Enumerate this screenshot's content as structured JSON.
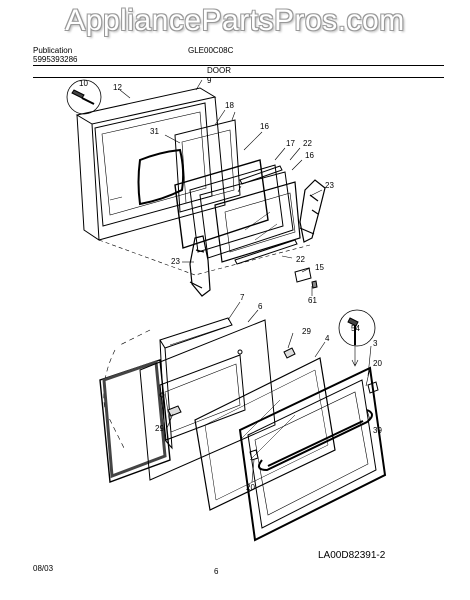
{
  "watermark": "AppliancePartsPros.com",
  "header": {
    "brand": "Publication",
    "pub_number": "5995393286",
    "model": "GLE00C08C",
    "section_title": "DOOR"
  },
  "footer": {
    "date": "08/03",
    "page": "6",
    "drawing_code": "LA00D82391-2"
  },
  "callouts": {
    "c10": "10",
    "c12": "12",
    "c9": "9",
    "c18": "18",
    "c31": "31",
    "c16a": "16",
    "c17": "17",
    "c22a": "22",
    "c16b": "16",
    "c23a": "23",
    "c23b": "23",
    "c22b": "22",
    "c15": "15",
    "c61": "61",
    "c7": "7",
    "c6": "6",
    "c29a": "29",
    "c54": "54",
    "c4": "4",
    "c3": "3",
    "c20a": "20",
    "c29b": "29",
    "c39": "39",
    "c20b": "20"
  }
}
